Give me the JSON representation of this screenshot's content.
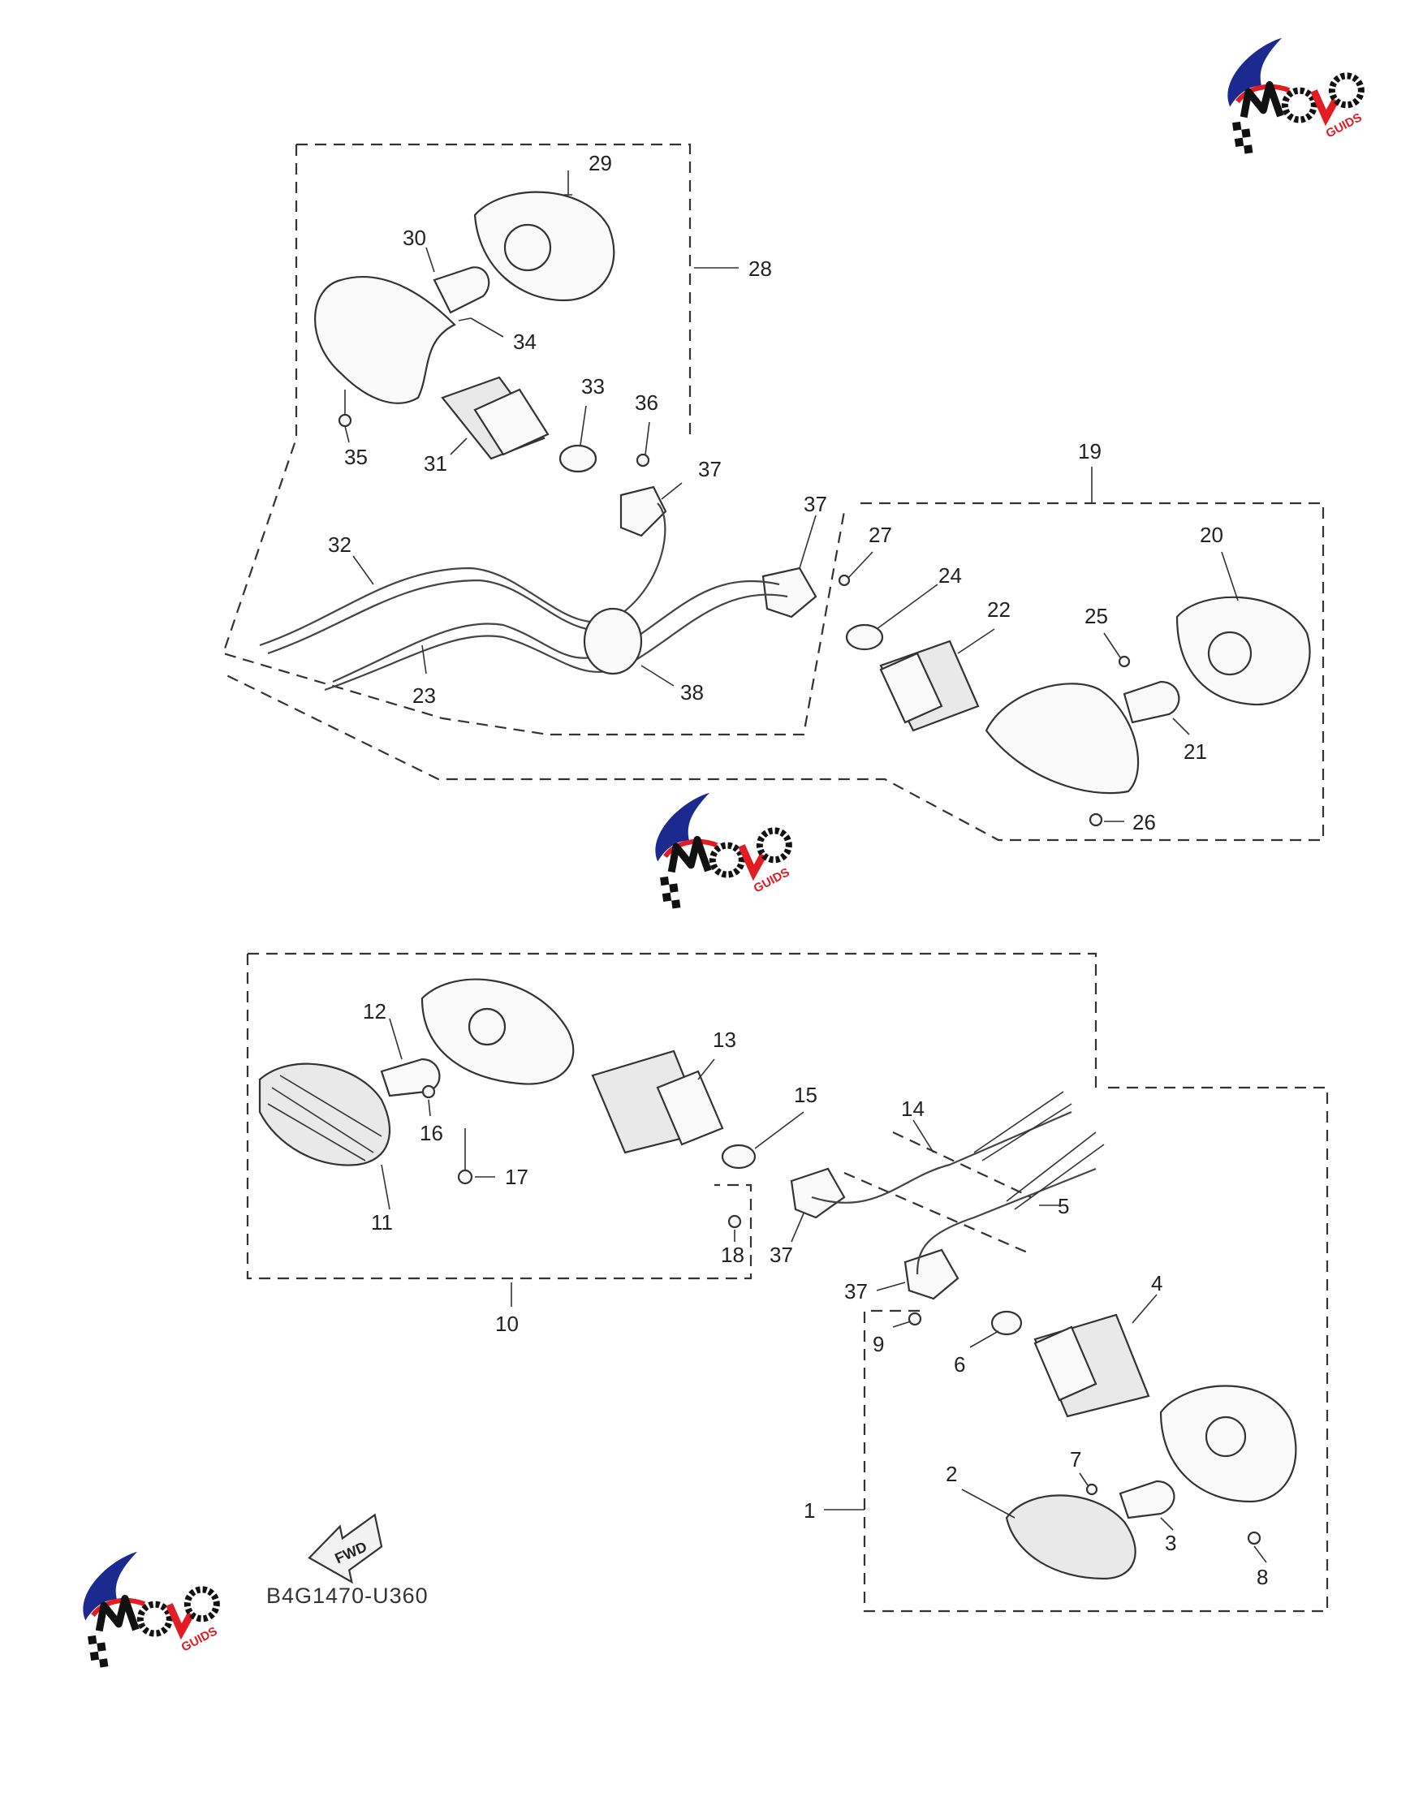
{
  "diagram_code": "B4G1470-U360",
  "fwd_label": "FWD",
  "logo": {
    "text": "GUIDS",
    "colors": {
      "red": "#e31b23",
      "blue": "#1c2a8f",
      "black": "#111111"
    }
  },
  "labels": {
    "p1": "1",
    "p2": "2",
    "p3": "3",
    "p4": "4",
    "p5": "5",
    "p6": "6",
    "p7": "7",
    "p8": "8",
    "p9": "9",
    "p10": "10",
    "p11": "11",
    "p12": "12",
    "p13": "13",
    "p14": "14",
    "p15": "15",
    "p16": "16",
    "p17": "17",
    "p18": "18",
    "p19": "19",
    "p20": "20",
    "p21": "21",
    "p22": "22",
    "p23": "23",
    "p24": "24",
    "p25": "25",
    "p26": "26",
    "p27": "27",
    "p28": "28",
    "p29": "29",
    "p30": "30",
    "p31": "31",
    "p32": "32",
    "p33": "33",
    "p34": "34",
    "p35": "35",
    "p36": "36",
    "p37a": "37",
    "p37b": "37",
    "p37c": "37",
    "p37d": "37",
    "p38": "38"
  }
}
